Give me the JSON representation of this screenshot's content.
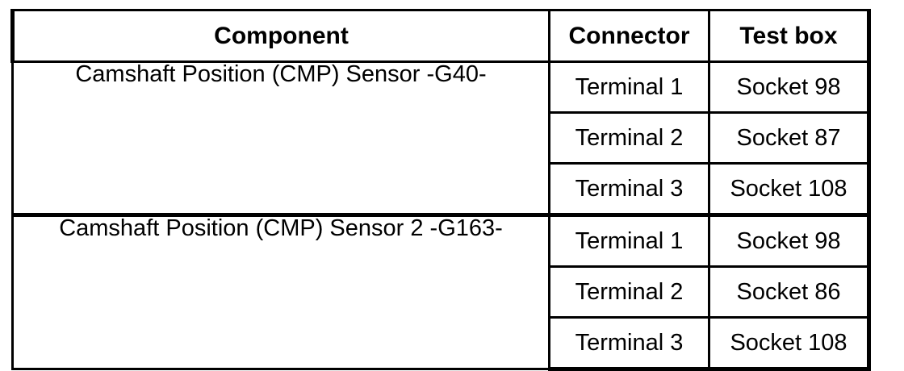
{
  "table": {
    "headers": {
      "component": "Component",
      "connector": "Connector",
      "test_box": "Test box"
    },
    "groups": [
      {
        "component": "Camshaft Position (CMP) Sensor -G40-",
        "rows": [
          {
            "connector": "Terminal 1",
            "test_box": "Socket 98"
          },
          {
            "connector": "Terminal 2",
            "test_box": "Socket 87"
          },
          {
            "connector": "Terminal 3",
            "test_box": "Socket 108"
          }
        ]
      },
      {
        "component": "Camshaft Position (CMP) Sensor 2 -G163-",
        "rows": [
          {
            "connector": "Terminal 1",
            "test_box": "Socket 98"
          },
          {
            "connector": "Terminal 2",
            "test_box": "Socket 86"
          },
          {
            "connector": "Terminal 3",
            "test_box": "Socket 108"
          }
        ]
      }
    ]
  },
  "colors": {
    "border": "#000000",
    "text": "#000000",
    "background": "#ffffff"
  }
}
